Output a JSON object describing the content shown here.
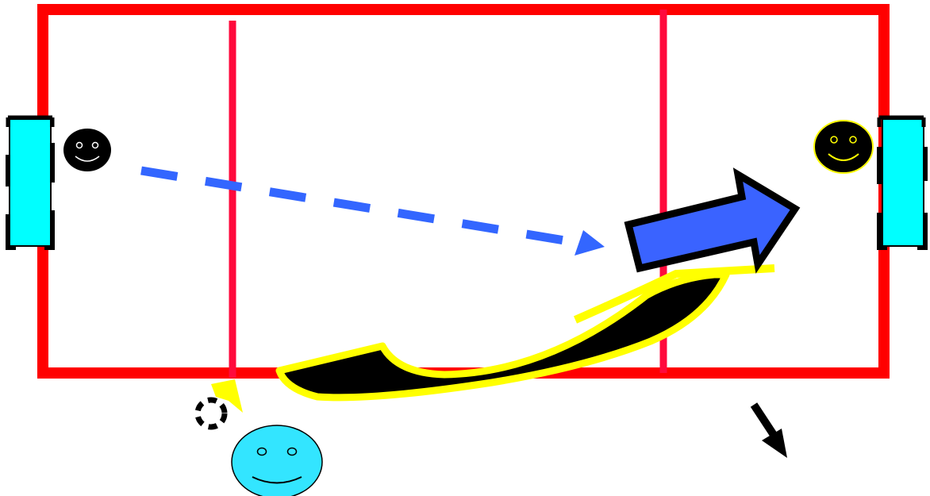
{
  "title": "",
  "colors": {
    "field_border": "#ff0000",
    "zone_lines": "#ff0a3c",
    "goal_fill": "#00ffff",
    "pass_arrow": "#3366ff",
    "big_arrow_fill": "#3a63ff",
    "swoosh_fill": "#000000",
    "swoosh_outline": "#ffff00",
    "player_black": "#000000",
    "player_cyan": "#33e5ff"
  },
  "elements": {
    "field": "field",
    "left_goal": "goal",
    "right_goal": "goal",
    "left_player": "player-black",
    "right_player": "player-black-yellow-outline",
    "bottom_player": "player-cyan",
    "pass_line": "dashed-pass-arrow",
    "shot_arrow": "thick-blue-arrow",
    "swoosh": "yellow-black-swoosh",
    "ball": "dashed-ring",
    "exit_arrow": "small-black-arrow"
  }
}
